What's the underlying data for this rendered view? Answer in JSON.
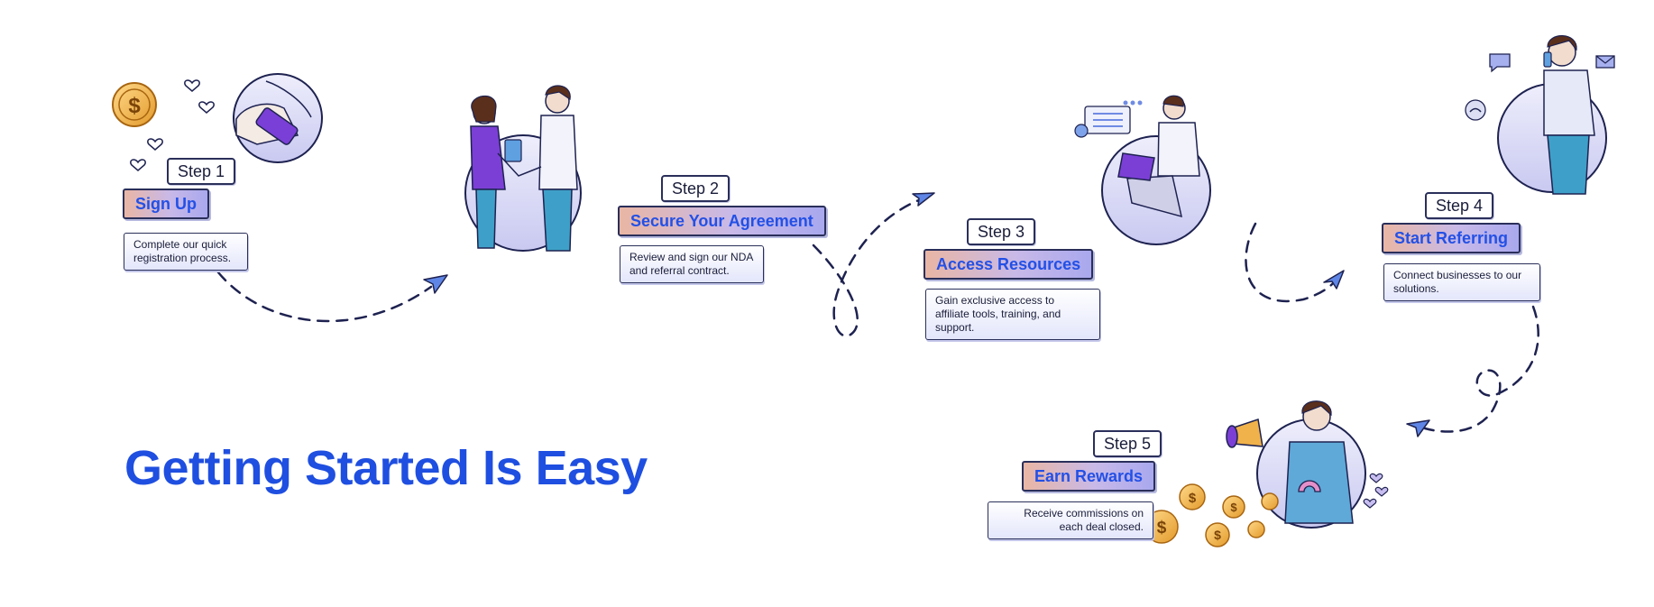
{
  "headline": "Getting Started Is Easy",
  "colors": {
    "accent_blue": "#1f4fe0",
    "title_blue": "#2350e6",
    "outline": "#2a2f5a",
    "circle_fill": "#dcdcf7",
    "gold": "#f0b24a"
  },
  "steps": [
    {
      "tag": "Step 1",
      "title": "Sign Up",
      "description": "Complete our quick registration process.",
      "illustration": "hand-holding-phone-icon"
    },
    {
      "tag": "Step 2",
      "title": "Secure Your Agreement",
      "description": "Review and sign our NDA and referral contract.",
      "illustration": "handshake-icon"
    },
    {
      "tag": "Step 3",
      "title": "Access Resources",
      "description": "Gain exclusive access to affiliate tools, training, and support.",
      "illustration": "person-with-laptop-icon"
    },
    {
      "tag": "Step 4",
      "title": "Start Referring",
      "description": "Connect businesses to our solutions.",
      "illustration": "person-on-phone-icon"
    },
    {
      "tag": "Step 5",
      "title": "Earn Rewards",
      "description": "Receive commissions on each deal closed.",
      "illustration": "person-with-megaphone-icon"
    }
  ],
  "icons": [
    "dollar-coin-icon",
    "heart-icon",
    "paper-plane-icon",
    "chat-bubble-icon",
    "mail-icon",
    "phone-icon",
    "checklist-icon",
    "magnet-icon"
  ],
  "coin_symbol": "$"
}
